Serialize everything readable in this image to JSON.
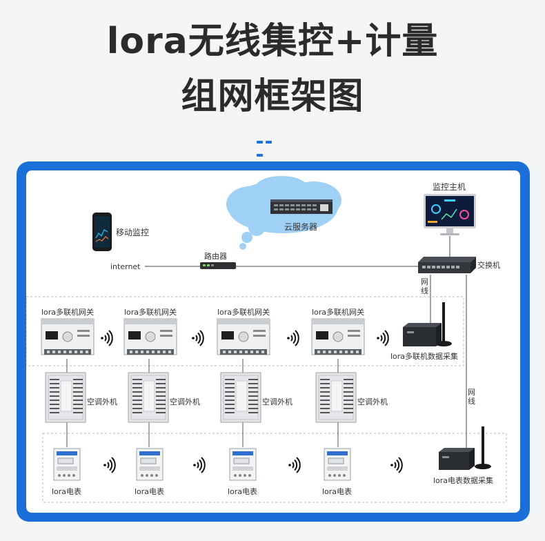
{
  "title": {
    "line1": "lora无线集控+计量",
    "line2": "组网框架图"
  },
  "diagram": {
    "mobile_label": "移动监控",
    "cloud_label": "云服务器",
    "monitor_label": "监控主机",
    "internet_label": "internet",
    "router_label": "路由器",
    "switch_label": "交换机",
    "net_cable_label_1": "网\n线",
    "net_cable_label_2": "网\n线",
    "gateways": [
      {
        "label": "lora多联机网关"
      },
      {
        "label": "lora多联机网关"
      },
      {
        "label": "lora多联机网关"
      },
      {
        "label": "lora多联机网关"
      }
    ],
    "multi_collector_label": "lora多联机数据采集",
    "outdoor_units": [
      {
        "label": "空调外机"
      },
      {
        "label": "空调外机"
      },
      {
        "label": "空调外机"
      },
      {
        "label": "空调外机"
      }
    ],
    "meters": [
      {
        "label": "lora电表"
      },
      {
        "label": "lora电表"
      },
      {
        "label": "lora电表"
      },
      {
        "label": "lora电表"
      }
    ],
    "meter_collector_label": "lora电表数据采集"
  }
}
